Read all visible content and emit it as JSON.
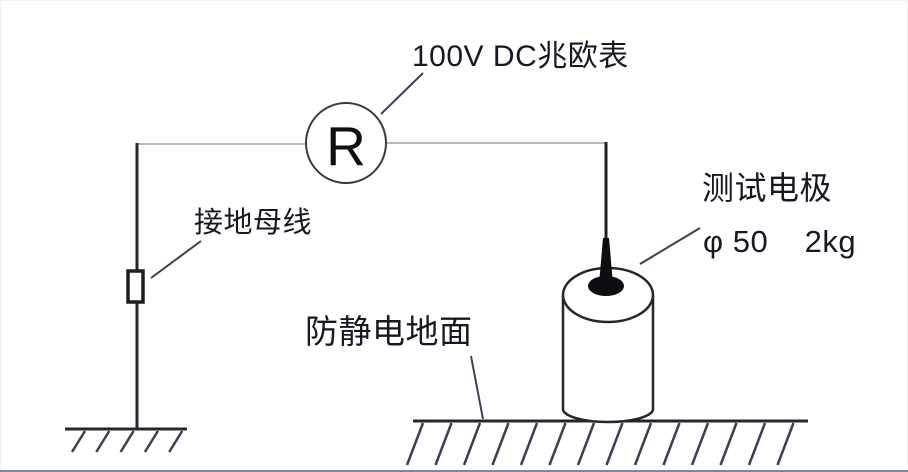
{
  "figure": {
    "type": "measurement-setup-diagram",
    "labels": {
      "meter": "100V DC兆欧表",
      "meter_symbol": "R",
      "ground_busbar": "接地母线",
      "electrode_line1": "测试电极",
      "electrode_line2": "φ 50    2kg",
      "floor": "防静电地面"
    },
    "components": [
      {
        "name": "megohmmeter-circle",
        "symbol": "R"
      },
      {
        "name": "ground-busbar-clamp"
      },
      {
        "name": "earth-ground-symbol"
      },
      {
        "name": "test-electrode-cylinder"
      },
      {
        "name": "anti-static-floor-hatching"
      }
    ]
  },
  "colors": {
    "background": "#ffffff",
    "text": "#181824",
    "wire_dark": "#26262c",
    "wire_light": "#b9b9bd",
    "circle_stroke": "#3a3a42",
    "leader": "#473a52",
    "hatch": "#473a52",
    "bottom_edge": "#7d88a0"
  }
}
